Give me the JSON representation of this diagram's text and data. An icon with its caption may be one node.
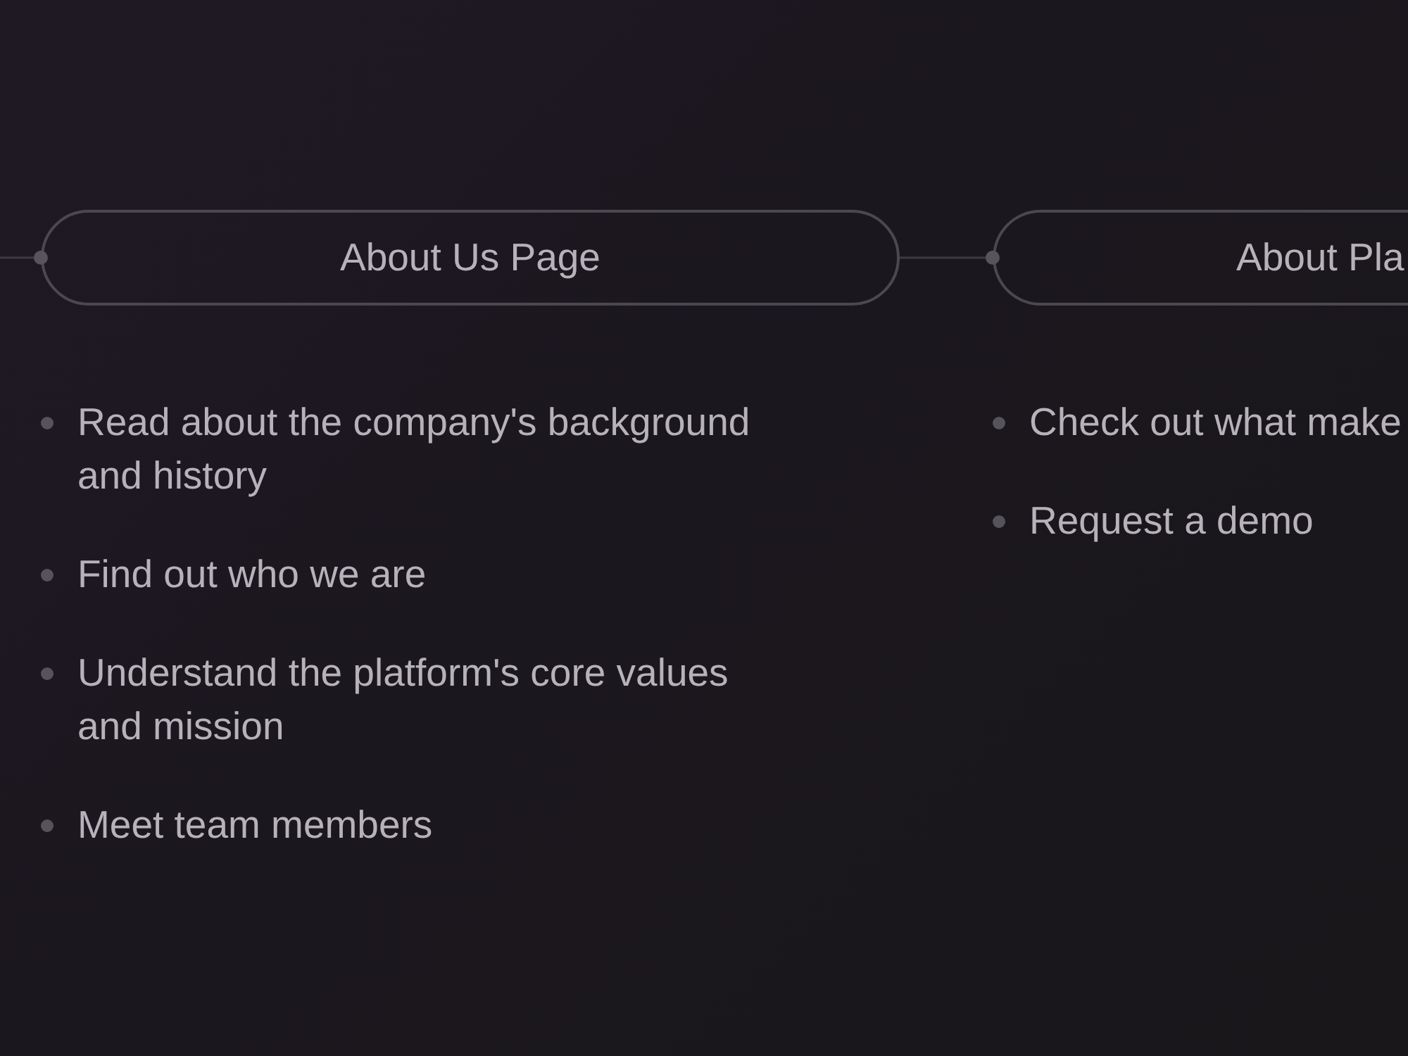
{
  "diagram": {
    "nodes": [
      {
        "text": [
          "About Us Page"
        ],
        "beside": [
          "Read about the company's background and history",
          "Find out who we are",
          "Understand the platform's core values and mission",
          "Meet team members"
        ]
      },
      {
        "text": [
          "About Pla"
        ],
        "beside": [
          "Check out what make",
          "Request a demo"
        ]
      }
    ],
    "edges": [
      {
        "from": null,
        "to": 0,
        "arrow": "other"
      },
      {
        "from": 0,
        "to": 1,
        "arrow": "other"
      }
    ]
  }
}
